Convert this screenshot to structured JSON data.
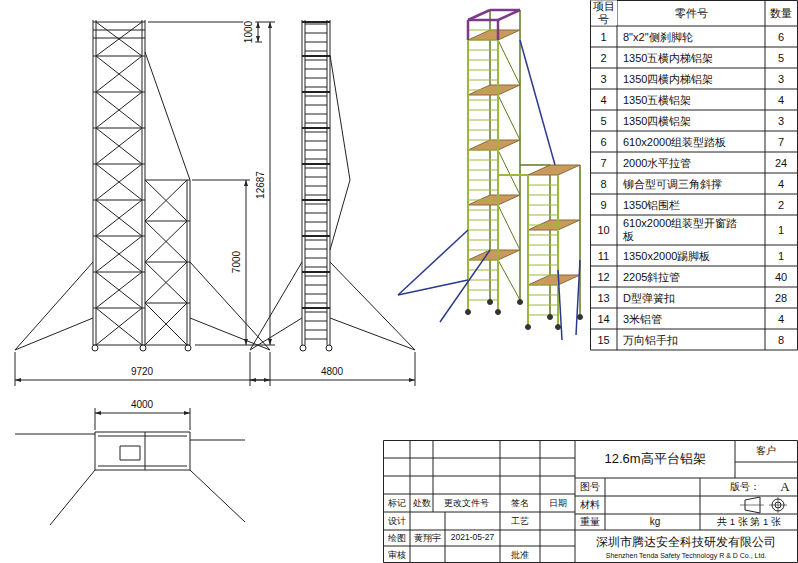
{
  "diagram": {
    "title": "12.6m高平台铝架",
    "labels": [
      "1000",
      "12687",
      "7000",
      "9720",
      "4800",
      "4000",
      "项目号",
      "零件号",
      "数量",
      "1",
      "8\"x2\"侧刹脚轮",
      "6",
      "2",
      "1350五横内梯铝架",
      "5",
      "3",
      "1350四横内梯铝架",
      "3",
      "4",
      "1350五横铝架",
      "4",
      "5",
      "1350四横铝架",
      "3",
      "6",
      "610x2000组装型踏板",
      "7",
      "7",
      "2000水平拉管",
      "24",
      "8",
      "铆合型可调三角斜撑",
      "4",
      "9",
      "1350铝围栏",
      "2",
      "10",
      "610x2000组装型开窗踏板",
      "1",
      "11",
      "1350x2000踢脚板",
      "1",
      "12",
      "2205斜拉管",
      "40",
      "13",
      "D型弹簧扣",
      "28",
      "14",
      "3米铝管",
      "4",
      "15",
      "万向铝手扣",
      "8",
      "客户",
      "图号",
      "版号：",
      "A",
      "材料",
      "重量",
      "kg",
      "共 1 张 第 1 张",
      "标记",
      "处数",
      "更改文件号",
      "签名",
      "日期",
      "设计",
      "工艺",
      "绘图",
      "黄翔宇",
      "2021-05-27",
      "审核",
      "批准",
      "深圳市腾达安全科技研发有限公司",
      "Shenzhen Tenda Safety Technology R & D Co., Ltd."
    ]
  }
}
